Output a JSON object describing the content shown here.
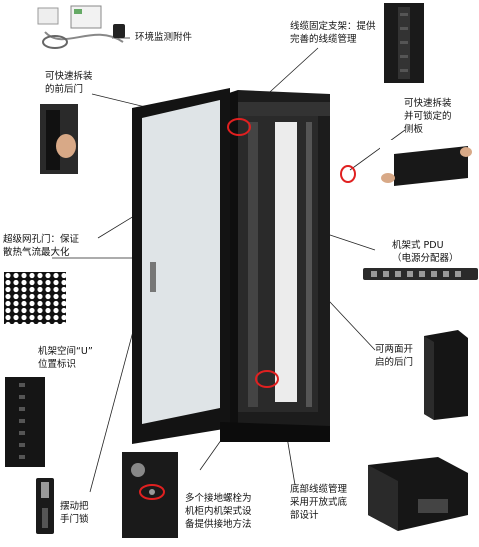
{
  "labels": {
    "env_monitor": "环境监测附件",
    "front_rear_door": "可快速拆装\n的前后门",
    "cable_support": "线缆固定支架：提供\n完善的线缆管理",
    "side_panel": "可快速拆装\n并可锁定的\n侧板",
    "mesh_door": "超级网孔门：保证\n散热气流最大化",
    "pdu": "机架式 PDU\n（电源分配器）",
    "u_marking": "机架空间“U”\n位置标识",
    "rear_door": "可两面开\n启的后门",
    "handle_lock": "摆动把\n手门锁",
    "grounding": "多个接地螺栓为\n机柜内机架式设\n备提供接地方法",
    "bottom_cable": "底部线缆管理\n采用开放式底\n部设计"
  },
  "colors": {
    "cabinet": "#1c1c1c",
    "glass": "#dde3e6",
    "highlight": "#e02020",
    "leader": "#222222"
  }
}
